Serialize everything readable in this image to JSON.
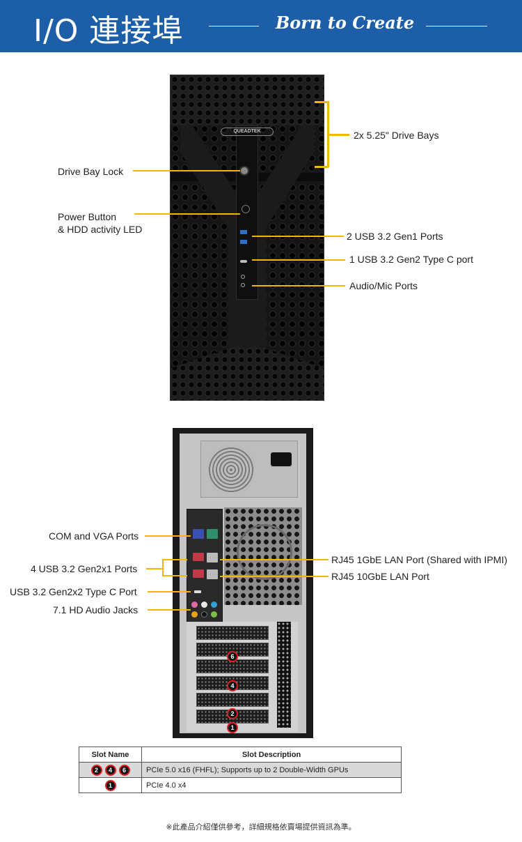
{
  "banner": {
    "title": "I/O 連接埠",
    "slogan": "Born to Create",
    "background_color": "#1c5fa8"
  },
  "front_view": {
    "logo_text": "QUEADTEK",
    "callouts": {
      "drive_bays": "2x 5.25\" Drive Bays",
      "drive_bay_lock": "Drive Bay Lock",
      "power_button_line1": "Power Button",
      "power_button_line2": "& HDD activity LED",
      "usb_gen1": "2 USB 3.2 Gen1 Ports",
      "usb_type_c": "1 USB 3.2 Gen2 Type C port",
      "audio_mic": "Audio/Mic Ports"
    }
  },
  "rear_view": {
    "callouts": {
      "com_vga": "COM and VGA Ports",
      "usb_gen2x1": "4 USB 3.2 Gen2x1 Ports",
      "usb_gen2x2": "USB 3.2 Gen2x2 Type C Port",
      "audio_jacks": "7.1 HD Audio Jacks",
      "rj45_1gbe": "RJ45 1GbE LAN Port (Shared with IPMI)",
      "rj45_10gbe": "RJ45 10GbE LAN Port"
    },
    "slot_markers": [
      "6",
      "4",
      "2",
      "1"
    ]
  },
  "slot_table": {
    "headers": [
      "Slot Name",
      "Slot Description"
    ],
    "rows": [
      {
        "slots": [
          "2",
          "4",
          "6"
        ],
        "description": "PCIe 5.0 x16 (FHFL); Supports up to 2 Double-Width GPUs"
      },
      {
        "slots": [
          "1"
        ],
        "description": "PCIe 4.0 x4"
      }
    ]
  },
  "callout_line_color": "#f2b705",
  "footnote": "※此產品介紹僅供參考，詳細規格依賣場提供資訊為準。"
}
